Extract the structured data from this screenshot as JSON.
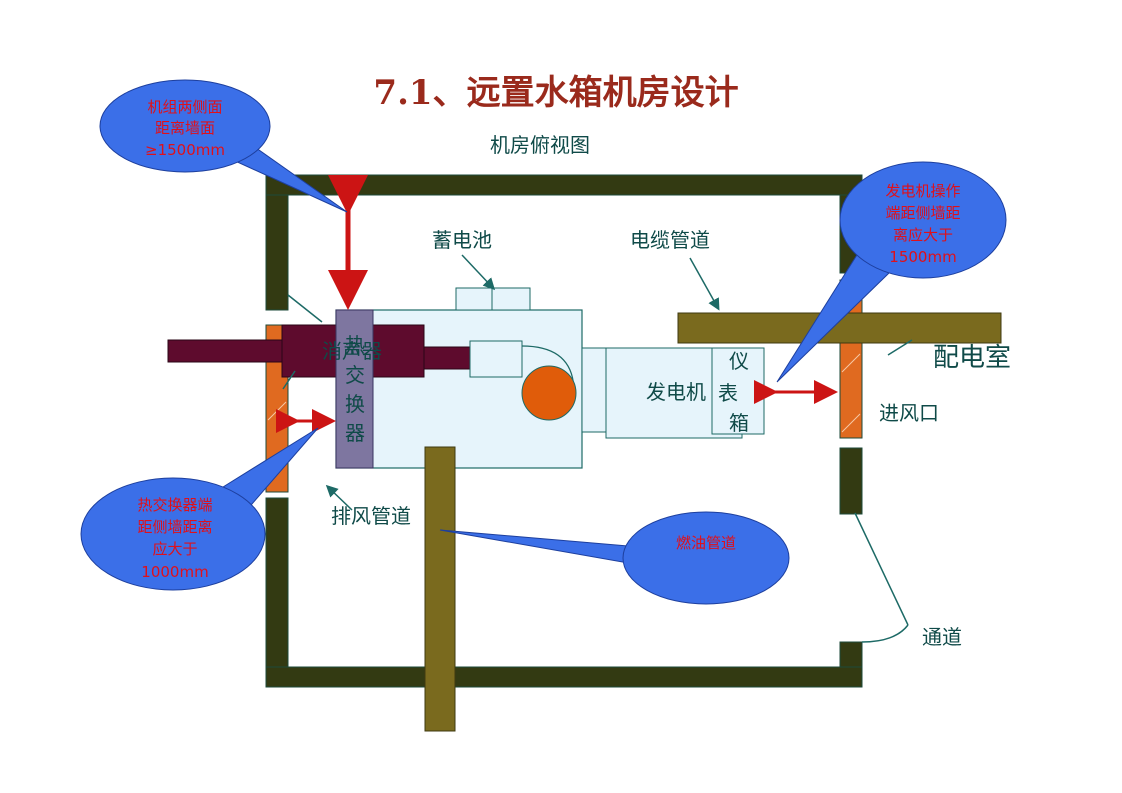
{
  "title": "7.1、远置水箱机房设计",
  "subtitle": "机房俯视图",
  "labels": {
    "battery": "蓄电池",
    "cable_duct": "电缆管道",
    "distribution_room": "配电室",
    "muffler": "消声器",
    "heat_exchanger_chars": [
      "热",
      "交",
      "换",
      "器"
    ],
    "generator": "发电机",
    "meter_box_chars": [
      "仪",
      "表",
      "箱"
    ],
    "air_inlet": "进风口",
    "exhaust_duct": "排风管道",
    "passage": "通道"
  },
  "callouts": {
    "side_clearance": [
      "机组两侧面",
      "距离墙面",
      "≥1500mm"
    ],
    "operation_end": [
      "发电机操作",
      "端距侧墙距",
      "离应大于",
      "1500mm"
    ],
    "exchanger_end": [
      "热交换器端",
      "距侧墙距离",
      "应大于",
      "1000mm"
    ],
    "fuel_pipe": [
      "燃油管道"
    ]
  },
  "colors": {
    "wall": "#333a12",
    "callout_fill": "#3b6fe8",
    "callout_text": "#e0101a",
    "arrow": "#cc1414",
    "duct": "#7a6a1e",
    "muffler": "#5e0b2d",
    "exchanger": "#7e76a0",
    "engine_fill": "#e6f4fb",
    "louver": "#e06a20",
    "title": "#9a2a1c"
  }
}
